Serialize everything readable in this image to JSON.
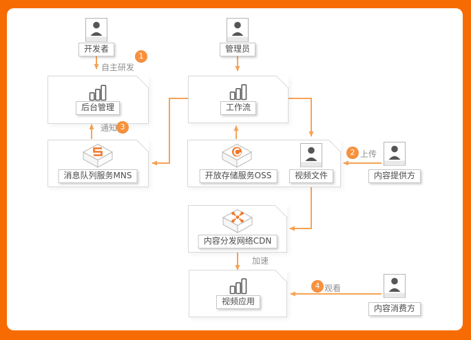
{
  "diagram_title": "video-cloud-architecture-flow",
  "colors": {
    "frame": "#F76C02",
    "arrow": "#F7A254",
    "badge": "#F7913D",
    "glyph_orange": "#F2772A",
    "node_border": "#D8D8D8",
    "label_text": "#4A4A4A",
    "edge_label_text": "#8F8F8F"
  },
  "actors": {
    "developer": {
      "label": "开发者",
      "icon": "person-icon"
    },
    "admin": {
      "label": "管理员",
      "icon": "person-icon"
    },
    "provider": {
      "label": "内容提供方",
      "icon": "person-icon"
    },
    "consumer": {
      "label": "内容消费方",
      "icon": "person-icon"
    }
  },
  "nodes": {
    "backend": {
      "label": "后台管理",
      "icon": "bar-chart-icon"
    },
    "workflow": {
      "label": "工作流",
      "icon": "bar-chart-icon"
    },
    "mns": {
      "label": "消息队列服务MNS",
      "icon": "mns-cube-icon"
    },
    "oss": {
      "label": "开放存储服务OSS",
      "icon": "oss-cube-icon"
    },
    "video_file": {
      "label": "视频文件",
      "icon": "person-icon"
    },
    "cdn": {
      "label": "内容分发网络CDN",
      "icon": "cdn-cube-icon"
    },
    "video_app": {
      "label": "视频应用",
      "icon": "bar-chart-icon"
    }
  },
  "edges": {
    "develop": {
      "step": "1",
      "label": "自主研发",
      "from": "developer",
      "to": "backend"
    },
    "admin_to_workflow": {
      "from": "admin",
      "to": "workflow"
    },
    "upload": {
      "step": "2",
      "label": "上传",
      "from": "provider",
      "to": "video_file"
    },
    "notify": {
      "step": "3",
      "label": "通知",
      "from": "mns",
      "to": "backend"
    },
    "watch": {
      "step": "4",
      "label": "观看",
      "from": "consumer",
      "to": "video_app"
    },
    "accelerate": {
      "label": "加速",
      "from": "cdn",
      "to": "video_app"
    },
    "workflow_to_mns": {
      "from": "workflow",
      "to": "mns"
    },
    "oss_to_workflow": {
      "from": "oss",
      "to": "workflow"
    },
    "workflow_to_video_file": {
      "from": "workflow",
      "to": "video_file"
    },
    "video_file_to_cdn": {
      "from": "video_file",
      "to": "cdn"
    }
  }
}
